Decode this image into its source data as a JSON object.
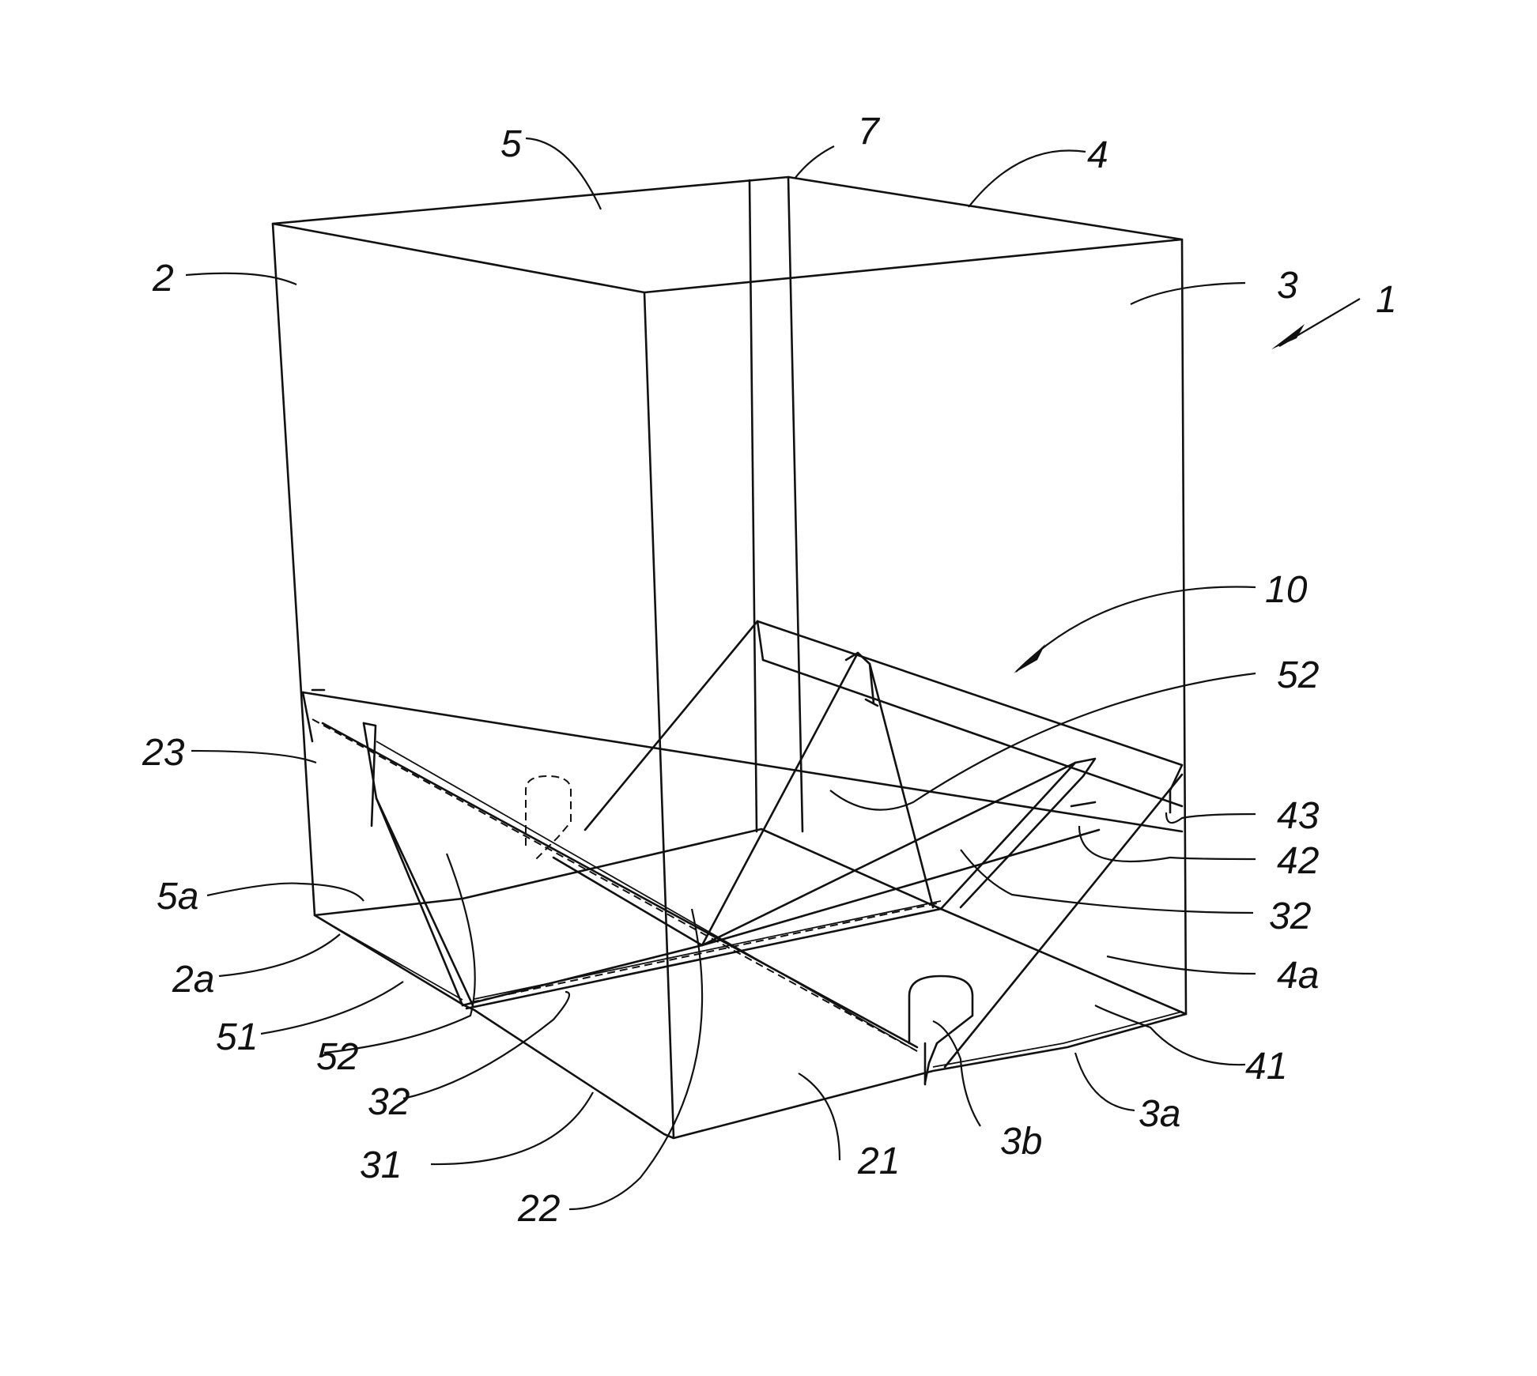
{
  "labels": {
    "l1": "1",
    "l2": "2",
    "l3": "3",
    "l4": "4",
    "l5": "5",
    "l7": "7",
    "l10": "10",
    "l52a": "52",
    "l23": "23",
    "l43": "43",
    "l42": "42",
    "l32a": "32",
    "l5a": "5a",
    "l4a": "4a",
    "l2a": "2a",
    "l41": "41",
    "l51": "51",
    "l52b": "52",
    "l3a": "3a",
    "l32b": "32",
    "l3b": "3b",
    "l31": "31",
    "l21": "21",
    "l22": "22"
  }
}
